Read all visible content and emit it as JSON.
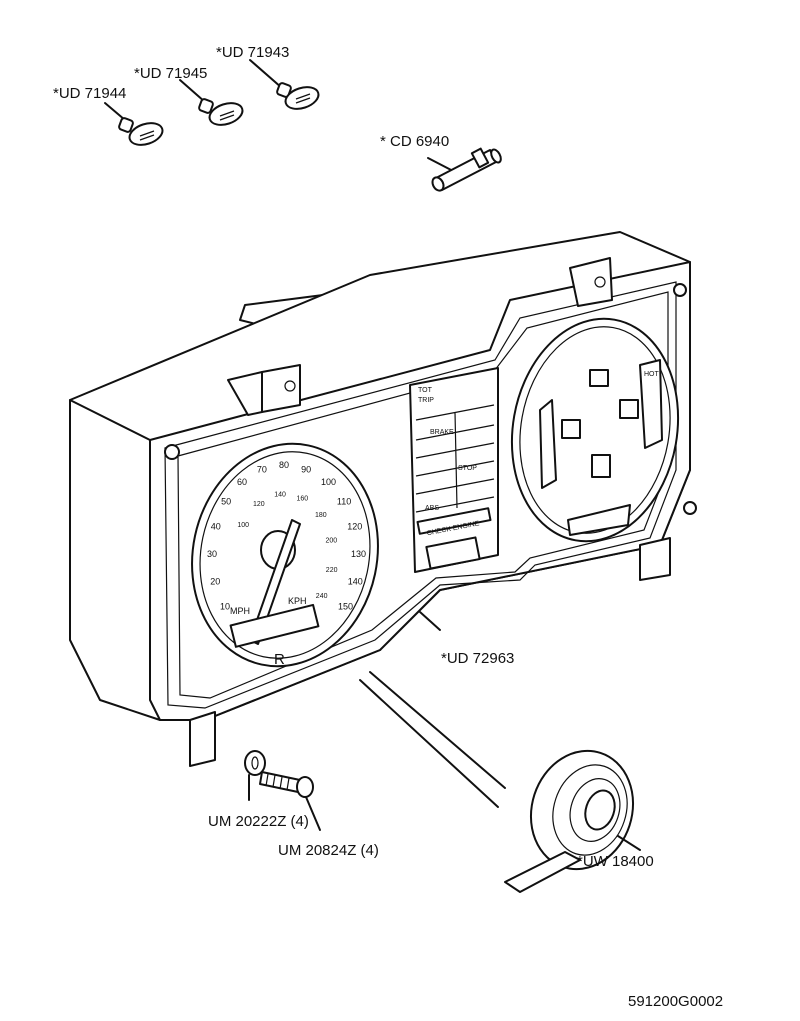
{
  "callouts": {
    "bulb_1": "*UD 71943",
    "bulb_2": "*UD 71945",
    "bulb_3": "*UD 71944",
    "holder": "* CD 6940",
    "cluster": "*UD 72963",
    "washer": "UM 20222Z (4)",
    "screw": "UM 20824Z (4)",
    "tape": "*UW 18400"
  },
  "figure_id": "591200G0002",
  "dial": {
    "mph": "MPH",
    "kph": "KPH",
    "tot": "TOT",
    "trip": "TRIP",
    "check_engine": "CHECK ENGINE",
    "brake": "BRAKE",
    "stop": "STOP",
    "abs": "ABS",
    "hot": "HOT",
    "logo": "R",
    "speed_ticks": [
      "10",
      "20",
      "30",
      "40",
      "50",
      "60",
      "70",
      "80",
      "90",
      "100",
      "110",
      "120",
      "130",
      "140",
      "150"
    ],
    "kph_ticks": [
      "100",
      "120",
      "140",
      "160",
      "180",
      "200",
      "220",
      "240"
    ]
  }
}
